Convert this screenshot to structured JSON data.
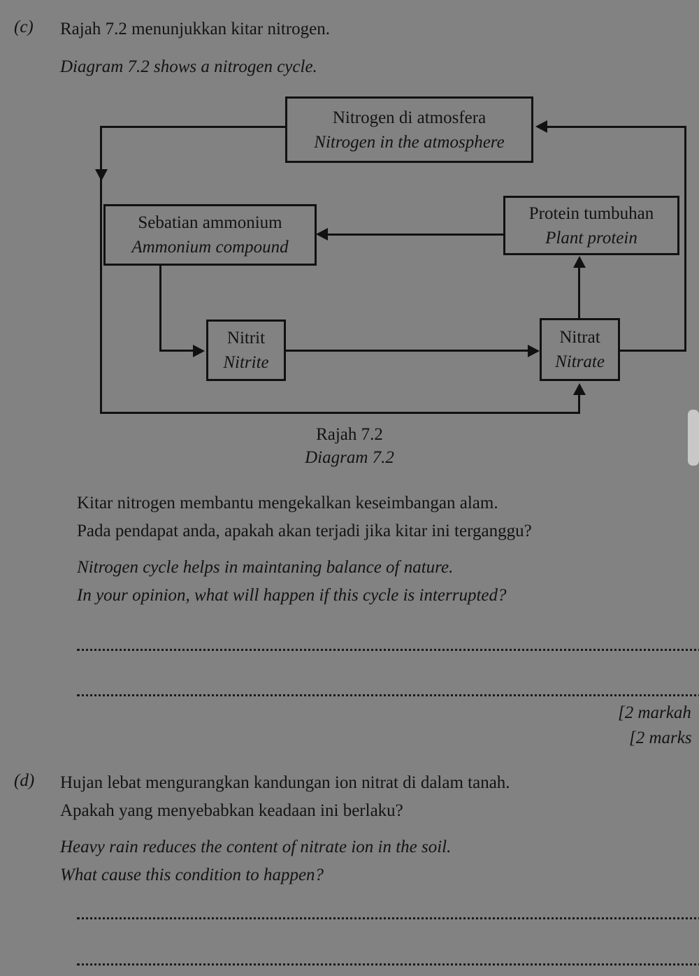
{
  "question_c": {
    "label": "(c)",
    "malay": "Rajah 7.2 menunjukkan kitar nitrogen.",
    "english": "Diagram 7.2 shows a nitrogen cycle.",
    "prompt_malay_1": "Kitar nitrogen membantu mengekalkan keseimbangan alam.",
    "prompt_malay_2": "Pada pendapat anda, apakah akan terjadi jika kitar ini terganggu?",
    "prompt_english_1": "Nitrogen cycle helps in maintaning balance of nature.",
    "prompt_english_2": "In your opinion, what will happen if this cycle is interrupted?",
    "marks_malay": "[2 markah",
    "marks_english": "[2 marks"
  },
  "question_d": {
    "label": "(d)",
    "malay_1": "Hujan lebat mengurangkan kandungan ion nitrat di dalam tanah.",
    "malay_2": "Apakah yang menyebabkan keadaan ini berlaku?",
    "english_1": "Heavy rain reduces the content of nitrate ion in the soil.",
    "english_2": "What cause this condition to happen?"
  },
  "diagram": {
    "caption_malay": "Rajah 7.2",
    "caption_english": "Diagram 7.2",
    "boxes": [
      {
        "id": "atmosphere",
        "malay": "Nitrogen di atmosfera",
        "english": "Nitrogen in the atmosphere"
      },
      {
        "id": "ammonium",
        "malay": "Sebatian ammonium",
        "english": "Ammonium compound"
      },
      {
        "id": "plant_protein",
        "malay": "Protein tumbuhan",
        "english": "Plant protein"
      },
      {
        "id": "nitrite",
        "malay": "Nitrit",
        "english": "Nitrite"
      },
      {
        "id": "nitrate",
        "malay": "Nitrat",
        "english": "Nitrate"
      }
    ],
    "arrows": [
      {
        "from": "atmosphere",
        "to": "ammonium"
      },
      {
        "from": "plant_protein",
        "to": "ammonium"
      },
      {
        "from": "ammonium",
        "to": "nitrite"
      },
      {
        "from": "nitrite",
        "to": "nitrate"
      },
      {
        "from": "nitrate",
        "to": "plant_protein"
      },
      {
        "from": "nitrate",
        "to": "atmosphere"
      },
      {
        "from": "ammonium",
        "to": "nitrate"
      }
    ]
  },
  "colors": {
    "background": "#828282",
    "ink": "#131313",
    "scrollbar": "#c8c8c8"
  }
}
